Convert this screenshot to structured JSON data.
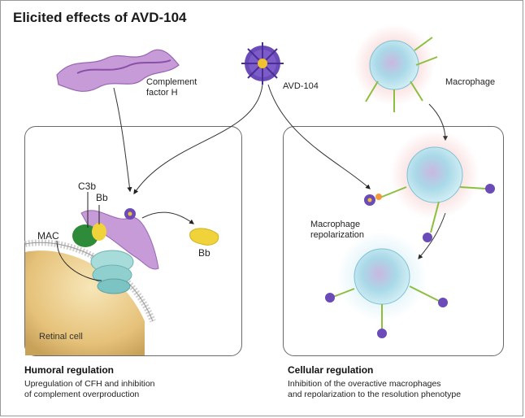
{
  "title": "Elicited effects of AVD-104",
  "labels": {
    "complement_factor_h": [
      "Complement",
      "factor H"
    ],
    "avd104": "AVD-104",
    "macrophage": "Macrophage",
    "c3b": "C3b",
    "bb_top": "Bb",
    "mac": "MAC",
    "bb_released": "Bb",
    "retinal_cell": "Retinal cell",
    "macrophage_repolarization": [
      "Macrophage",
      "repolarization"
    ]
  },
  "sections": {
    "humoral": {
      "title": "Humoral regulation",
      "desc": [
        "Upregulation of CFH and inhibition",
        "of complement overproduction"
      ]
    },
    "cellular": {
      "title": "Cellular regulation",
      "desc": [
        "Inhibition of the overactive macrophages",
        "and repolarization to the resolution phenotype"
      ]
    }
  },
  "colors": {
    "cfh_purple": "#b07cc6",
    "avd_purple": "#5b3aa6",
    "avd_core": "#f2c12e",
    "c3b_green": "#2e8b3a",
    "bb_yellow": "#f0d23a",
    "mac_teal": "#8fd0cf",
    "cell_gold": "#e9c77a",
    "macrophage_blue": "#9fd8e6",
    "receptor_green": "#8cbf3f"
  }
}
